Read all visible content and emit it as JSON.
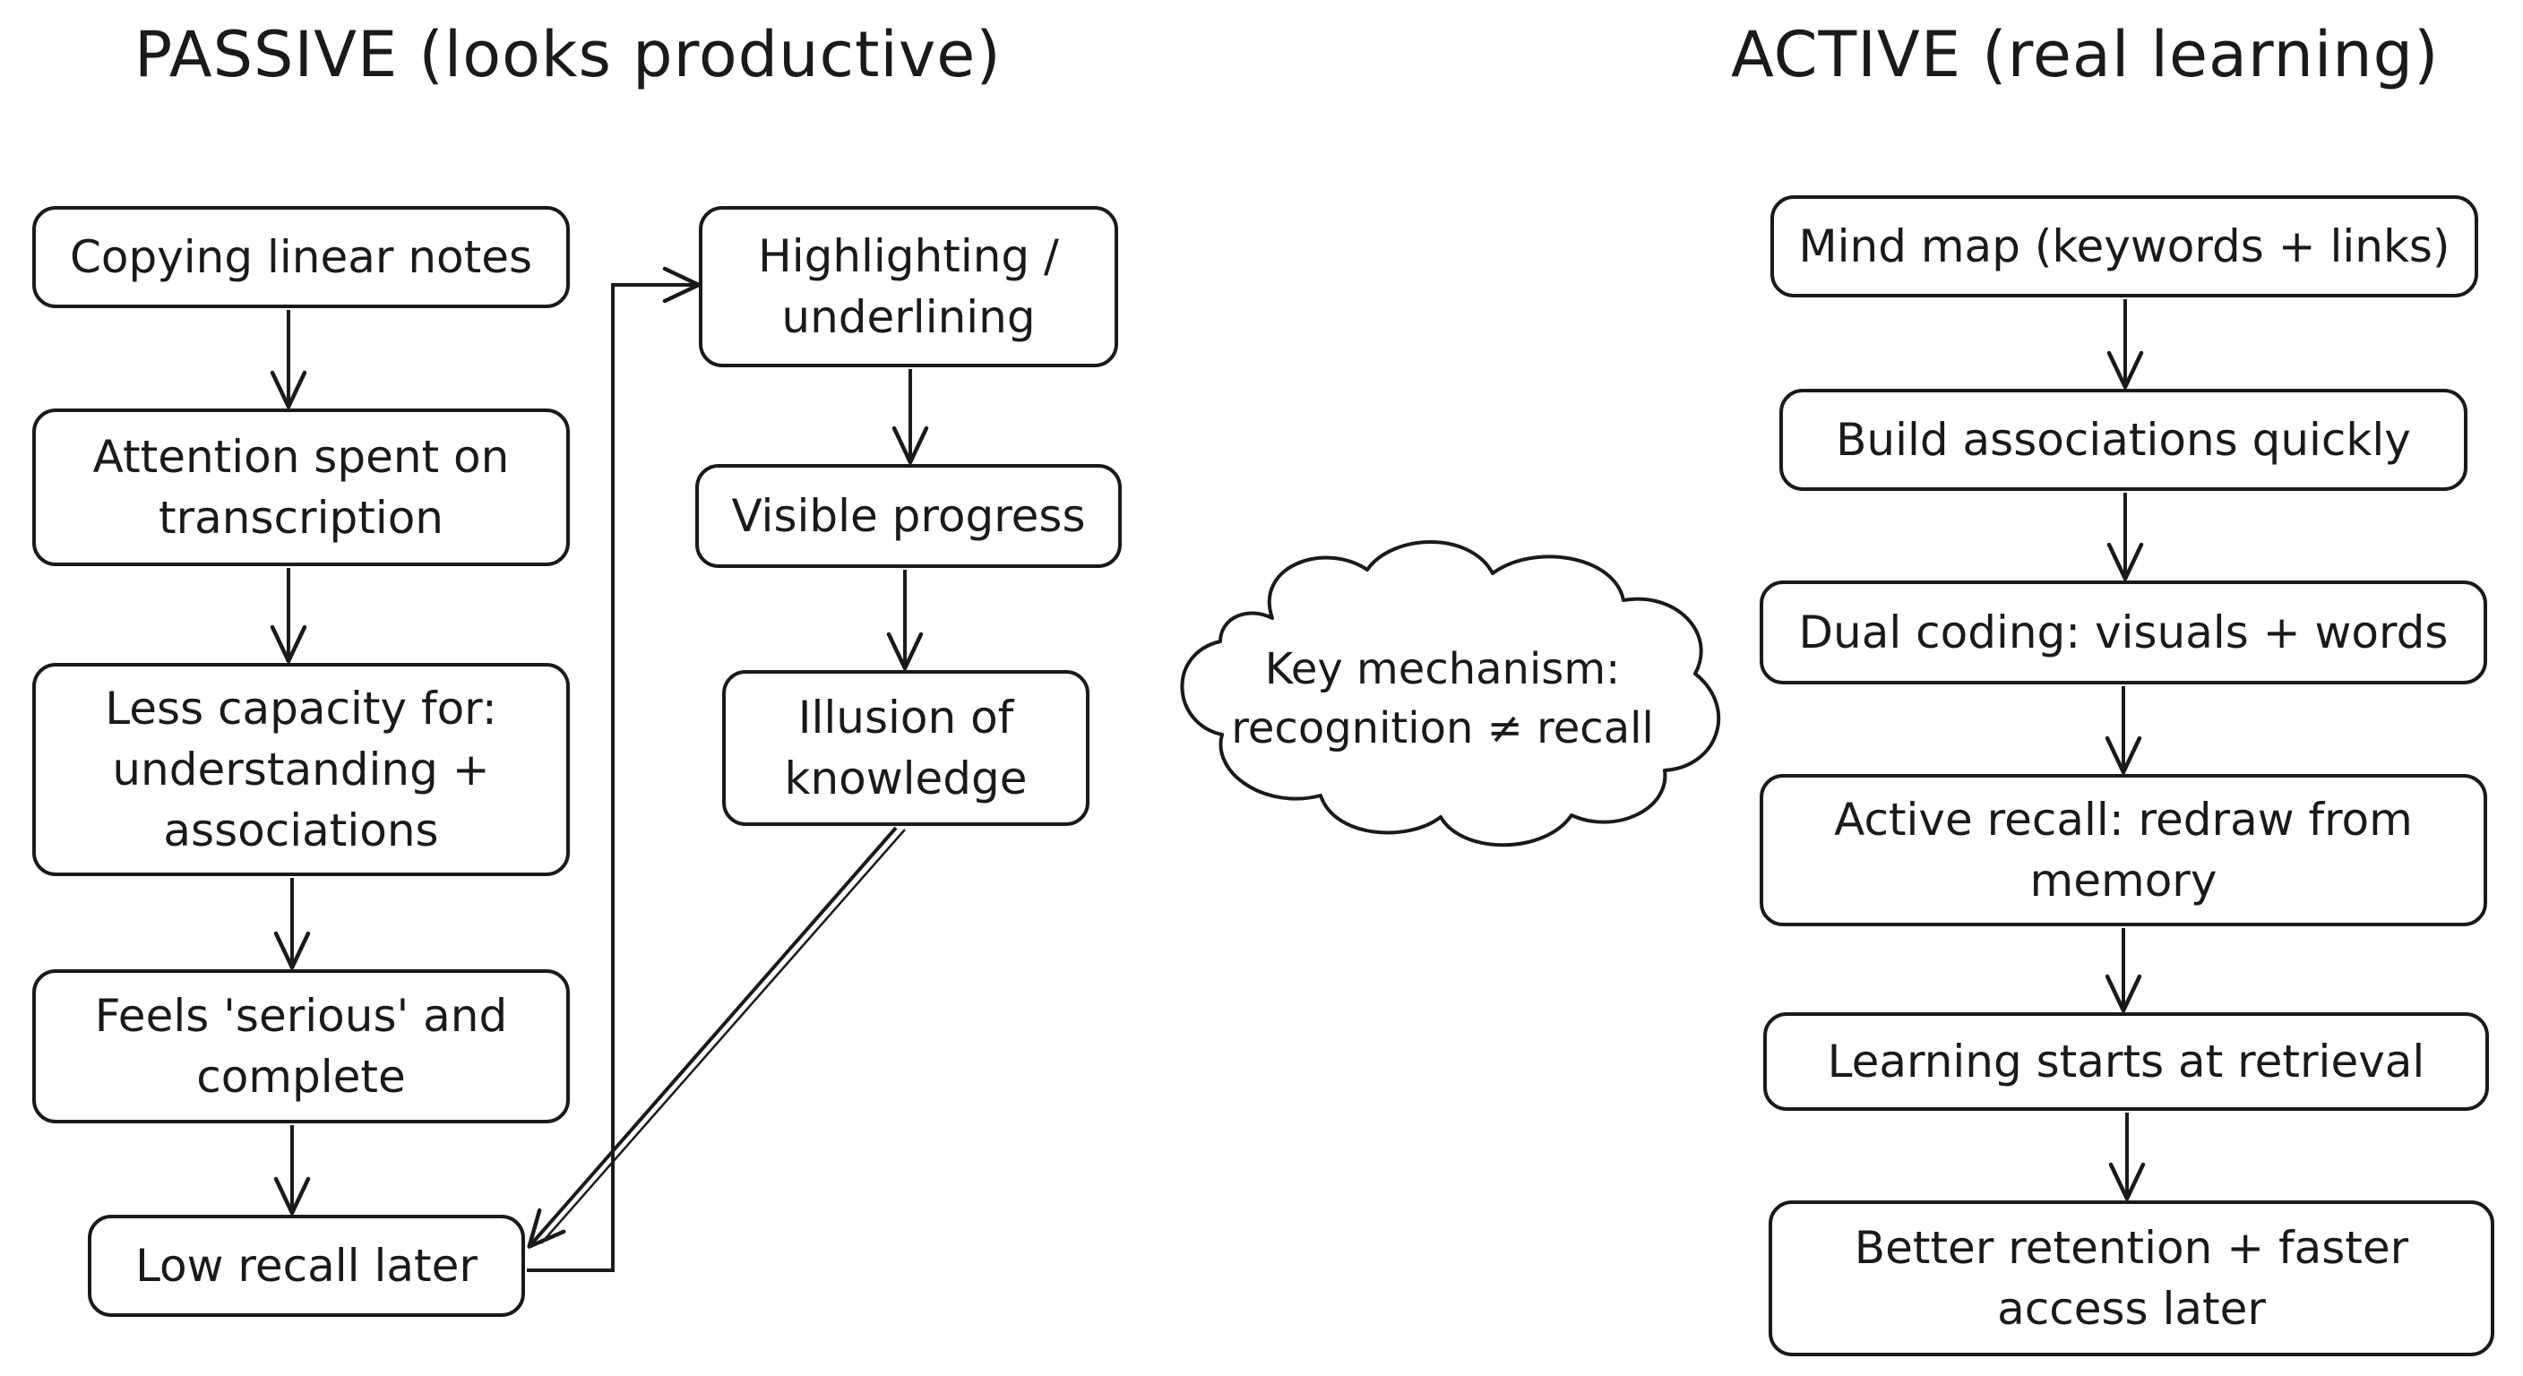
{
  "headings": {
    "passive": "PASSIVE (looks productive)",
    "active": "ACTIVE (real learning)"
  },
  "passive_flow": {
    "copying": "Copying linear notes",
    "attention": "Attention spent on transcription",
    "less_capacity": "Less capacity for: understanding + associations",
    "feels_serious": "Feels 'serious' and complete",
    "low_recall": "Low recall later",
    "highlighting": "Highlighting / underlining",
    "visible_progress": "Visible progress",
    "illusion": "Illusion of knowledge"
  },
  "active_flow": {
    "mind_map": "Mind map (keywords + links)",
    "build_assoc": "Build associations quickly",
    "dual_coding": "Dual coding: visuals + words",
    "active_recall": "Active recall: redraw from memory",
    "learning_starts": "Learning starts at retrieval",
    "better_retention": "Better retention + faster access later"
  },
  "mechanism": {
    "text": "Key mechanism: recognition ≠ recall"
  }
}
